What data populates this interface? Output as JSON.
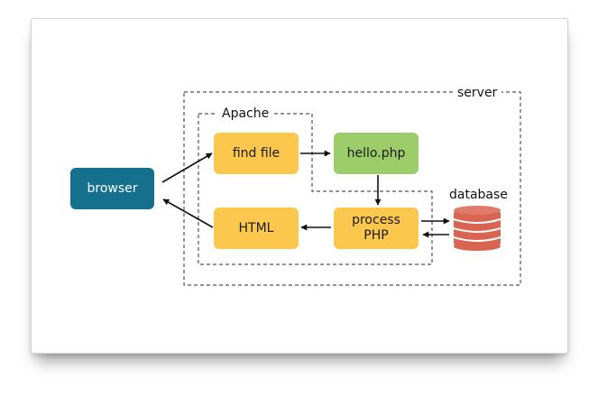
{
  "colors": {
    "browser": "#15708e",
    "step": "#fbc74d",
    "script": "#9dcd6b",
    "database": "#d96452",
    "arrow": "#111111",
    "boundary": "#555555"
  },
  "labels": {
    "server": "server",
    "apache": "Apache",
    "database": "database"
  },
  "nodes": {
    "browser": "browser",
    "find_file": "find file",
    "hello_php": "hello.php",
    "process_php": "process\nPHP",
    "html": "HTML"
  },
  "icons": {
    "database": "database-cylinder-icon"
  }
}
